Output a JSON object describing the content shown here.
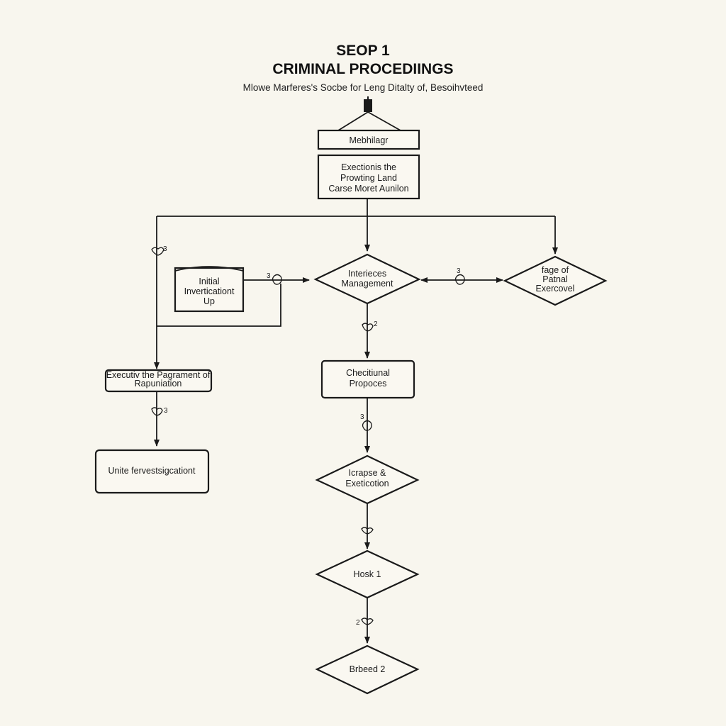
{
  "title": {
    "line1": "SEOP 1",
    "line2": "CRIMINAL PROCEDIINGS",
    "subtitle": "Mlowe Marferes's Socbe for Leng Ditalty of, Besoihvteed"
  },
  "nodes": {
    "top_box": {
      "line1": "Mebhilagr"
    },
    "second_box": {
      "line1": "Exectionis the",
      "line2": "Prowting Land",
      "line3": "Carse Moret Aunilon"
    },
    "initial_box": {
      "line1": "Initial",
      "line2": "Inverticationt",
      "line3": "Up"
    },
    "interieces_diamond": {
      "line1": "Interieces",
      "line2": "Management"
    },
    "right_diamond": {
      "line1": "fage of",
      "line2": "Patnal",
      "line3": "Exercovel"
    },
    "left_box": {
      "line1": "Executiv the Pagrament of",
      "line2": "Rapuniation"
    },
    "checitional_box": {
      "line1": "Checitiunal",
      "line2": "Propoces"
    },
    "unite_box": {
      "line1": "Unite fervestsigcationt"
    },
    "icrapse_diamond": {
      "line1": "Icrapse &",
      "line2": "Exeticotion"
    },
    "hosk_diamond": {
      "line1": "Hosk 1"
    },
    "brbeed_diamond": {
      "line1": "Brbeed 2"
    }
  },
  "edge_labels": {
    "left_vertical": "3",
    "initial_to_center": "3",
    "center_to_right": "3",
    "center_down": "2",
    "left_down": "3",
    "checitional_down": "3",
    "hosk_down": "2"
  }
}
